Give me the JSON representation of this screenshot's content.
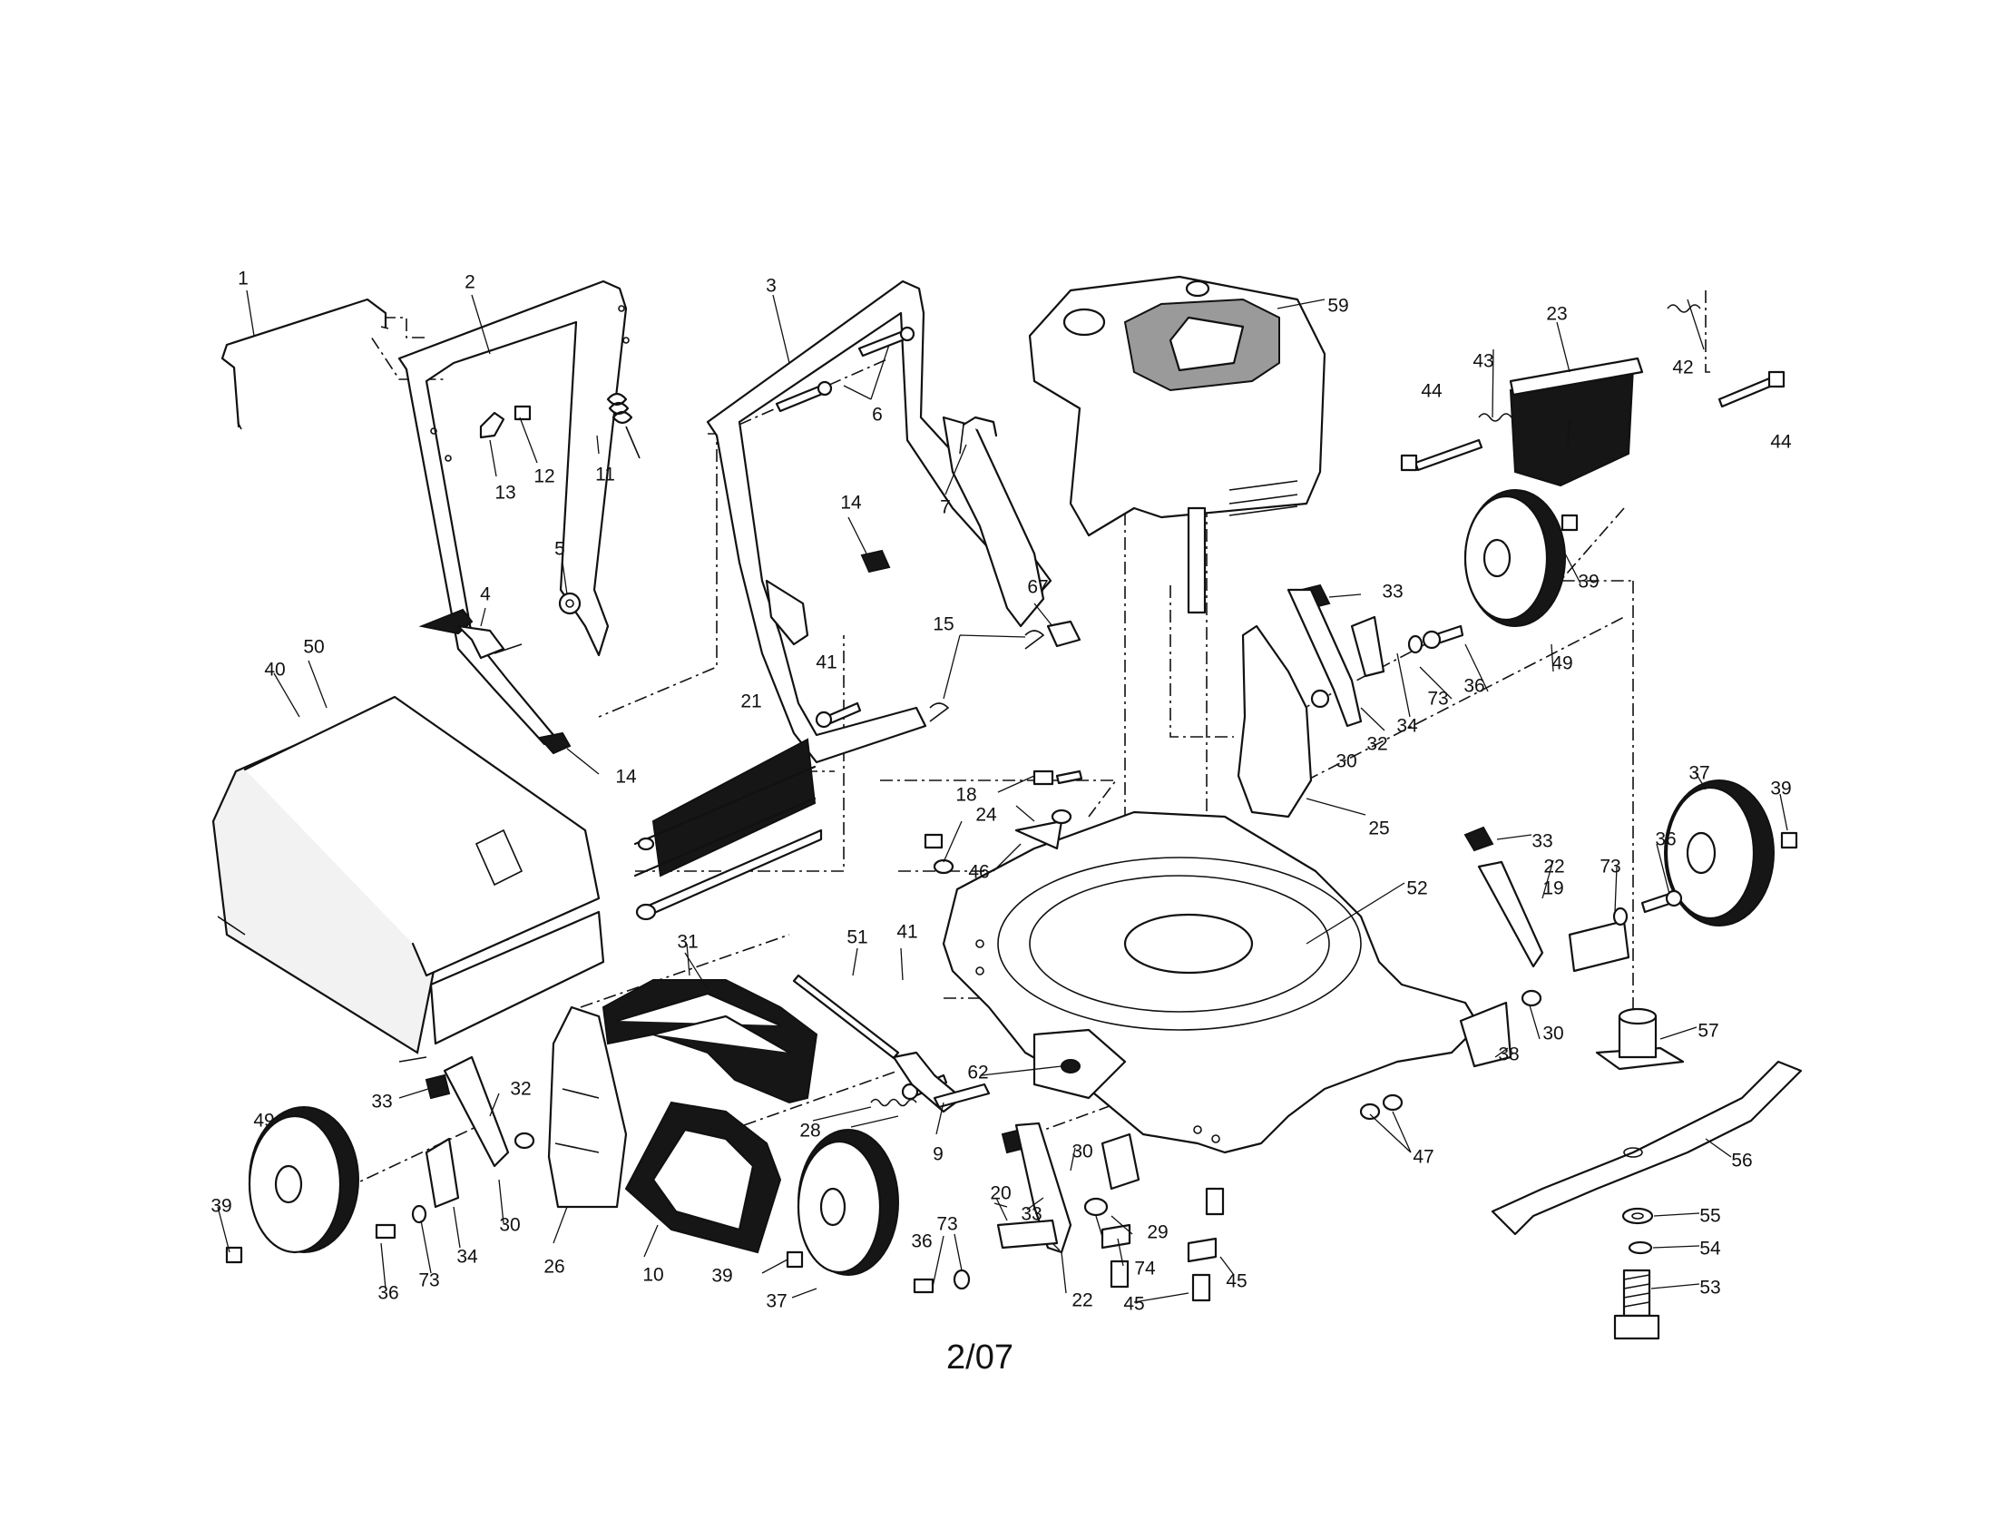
{
  "footer": {
    "page_code": "2/07"
  },
  "callouts": [
    {
      "id": "c1",
      "label": "1"
    },
    {
      "id": "c2",
      "label": "2"
    },
    {
      "id": "c3",
      "label": "3"
    },
    {
      "id": "c4",
      "label": "4"
    },
    {
      "id": "c5",
      "label": "5"
    },
    {
      "id": "c6",
      "label": "6"
    },
    {
      "id": "c7",
      "label": "7"
    },
    {
      "id": "c9",
      "label": "9"
    },
    {
      "id": "c10",
      "label": "10"
    },
    {
      "id": "c11",
      "label": "11"
    },
    {
      "id": "c12",
      "label": "12"
    },
    {
      "id": "c13",
      "label": "13"
    },
    {
      "id": "c14a",
      "label": "14"
    },
    {
      "id": "c14b",
      "label": "14"
    },
    {
      "id": "c15",
      "label": "15"
    },
    {
      "id": "c18",
      "label": "18"
    },
    {
      "id": "c19",
      "label": "19"
    },
    {
      "id": "c20",
      "label": "20"
    },
    {
      "id": "c21",
      "label": "21"
    },
    {
      "id": "c22a",
      "label": "22"
    },
    {
      "id": "c22b",
      "label": "22"
    },
    {
      "id": "c23",
      "label": "23"
    },
    {
      "id": "c24",
      "label": "24"
    },
    {
      "id": "c25",
      "label": "25"
    },
    {
      "id": "c26",
      "label": "26"
    },
    {
      "id": "c28",
      "label": "28"
    },
    {
      "id": "c29",
      "label": "29"
    },
    {
      "id": "c30a",
      "label": "30"
    },
    {
      "id": "c30b",
      "label": "30"
    },
    {
      "id": "c30c",
      "label": "30"
    },
    {
      "id": "c30d",
      "label": "30"
    },
    {
      "id": "c31",
      "label": "31"
    },
    {
      "id": "c32a",
      "label": "32"
    },
    {
      "id": "c32b",
      "label": "32"
    },
    {
      "id": "c33a",
      "label": "33"
    },
    {
      "id": "c33b",
      "label": "33"
    },
    {
      "id": "c33c",
      "label": "33"
    },
    {
      "id": "c33d",
      "label": "33"
    },
    {
      "id": "c34a",
      "label": "34"
    },
    {
      "id": "c34b",
      "label": "34"
    },
    {
      "id": "c36a",
      "label": "36"
    },
    {
      "id": "c36b",
      "label": "36"
    },
    {
      "id": "c36c",
      "label": "36"
    },
    {
      "id": "c36d",
      "label": "36"
    },
    {
      "id": "c37a",
      "label": "37"
    },
    {
      "id": "c37b",
      "label": "37"
    },
    {
      "id": "c38",
      "label": "38"
    },
    {
      "id": "c39a",
      "label": "39"
    },
    {
      "id": "c39b",
      "label": "39"
    },
    {
      "id": "c39c",
      "label": "39"
    },
    {
      "id": "c39d",
      "label": "39"
    },
    {
      "id": "c40",
      "label": "40"
    },
    {
      "id": "c41a",
      "label": "41"
    },
    {
      "id": "c41b",
      "label": "41"
    },
    {
      "id": "c42",
      "label": "42"
    },
    {
      "id": "c43",
      "label": "43"
    },
    {
      "id": "c44a",
      "label": "44"
    },
    {
      "id": "c44b",
      "label": "44"
    },
    {
      "id": "c45a",
      "label": "45"
    },
    {
      "id": "c45b",
      "label": "45"
    },
    {
      "id": "c46",
      "label": "46"
    },
    {
      "id": "c47",
      "label": "47"
    },
    {
      "id": "c49a",
      "label": "49"
    },
    {
      "id": "c49b",
      "label": "49"
    },
    {
      "id": "c50",
      "label": "50"
    },
    {
      "id": "c51",
      "label": "51"
    },
    {
      "id": "c52",
      "label": "52"
    },
    {
      "id": "c53",
      "label": "53"
    },
    {
      "id": "c54",
      "label": "54"
    },
    {
      "id": "c55",
      "label": "55"
    },
    {
      "id": "c56",
      "label": "56"
    },
    {
      "id": "c57",
      "label": "57"
    },
    {
      "id": "c59",
      "label": "59"
    },
    {
      "id": "c62",
      "label": "62"
    },
    {
      "id": "c67",
      "label": "67"
    },
    {
      "id": "c73a",
      "label": "73"
    },
    {
      "id": "c73b",
      "label": "73"
    },
    {
      "id": "c73c",
      "label": "73"
    },
    {
      "id": "c73d",
      "label": "73"
    },
    {
      "id": "c74",
      "label": "74"
    }
  ]
}
